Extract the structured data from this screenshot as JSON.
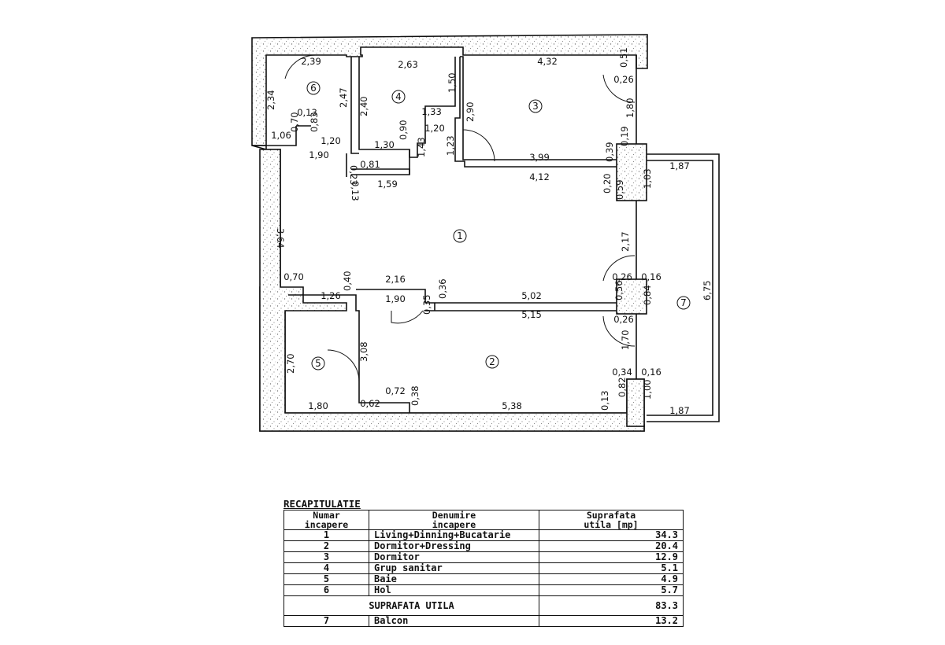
{
  "rooms": {
    "r1": "1",
    "r2": "2",
    "r3": "3",
    "r4": "4",
    "r5": "5",
    "r6": "6",
    "r7": "7"
  },
  "dims": [
    "2,39",
    "2,63",
    "4,32",
    "0,51",
    "0,26",
    "2,34",
    "2,47",
    "2,40",
    "1,50",
    "1,33",
    "2,90",
    "0,13",
    "0,70",
    "0,83",
    "1,06",
    "1,20",
    "0,90",
    "1,20",
    "1,30",
    "1,43",
    "1,23",
    "1,90",
    "0,23",
    "0,81",
    "0,13",
    "1,59",
    "3,99",
    "4,12",
    "1,80",
    "0,19",
    "0,39",
    "0,20",
    "0,59",
    "1,03",
    "1,87",
    "3,64",
    "2,17",
    "0,70",
    "0,40",
    "2,16",
    "0,36",
    "1,26",
    "1,90",
    "0,35",
    "5,02",
    "5,15",
    "0,26",
    "0,16",
    "0,56",
    "0,84",
    "0,26",
    "6,75",
    "2,70",
    "3,08",
    "1,70",
    "0,34",
    "0,16",
    "0,72",
    "0,38",
    "0,62",
    "1,80",
    "5,38",
    "0,13",
    "0,82",
    "1,00",
    "1,87"
  ],
  "recap": {
    "title": "RECAPITULATIE",
    "headers": {
      "num": [
        "Numar",
        "incapere"
      ],
      "name": [
        "Denumire",
        "incapere"
      ],
      "area": [
        "Suprafata",
        "utila  [mp]"
      ]
    },
    "rows": [
      {
        "num": "1",
        "name": "Living+Dinning+Bucatarie",
        "area": "34.3"
      },
      {
        "num": "2",
        "name": "Dormitor+Dressing",
        "area": "20.4"
      },
      {
        "num": "3",
        "name": "Dormitor",
        "area": "12.9"
      },
      {
        "num": "4",
        "name": "Grup  sanitar",
        "area": "5.1"
      },
      {
        "num": "5",
        "name": "Baie",
        "area": "4.9"
      },
      {
        "num": "6",
        "name": "Hol",
        "area": "5.7"
      }
    ],
    "total_label": "SUPRAFATA  UTILA",
    "total_value": "83.3",
    "balcony": {
      "num": "7",
      "name": "Balcon",
      "area": "13.2"
    }
  }
}
